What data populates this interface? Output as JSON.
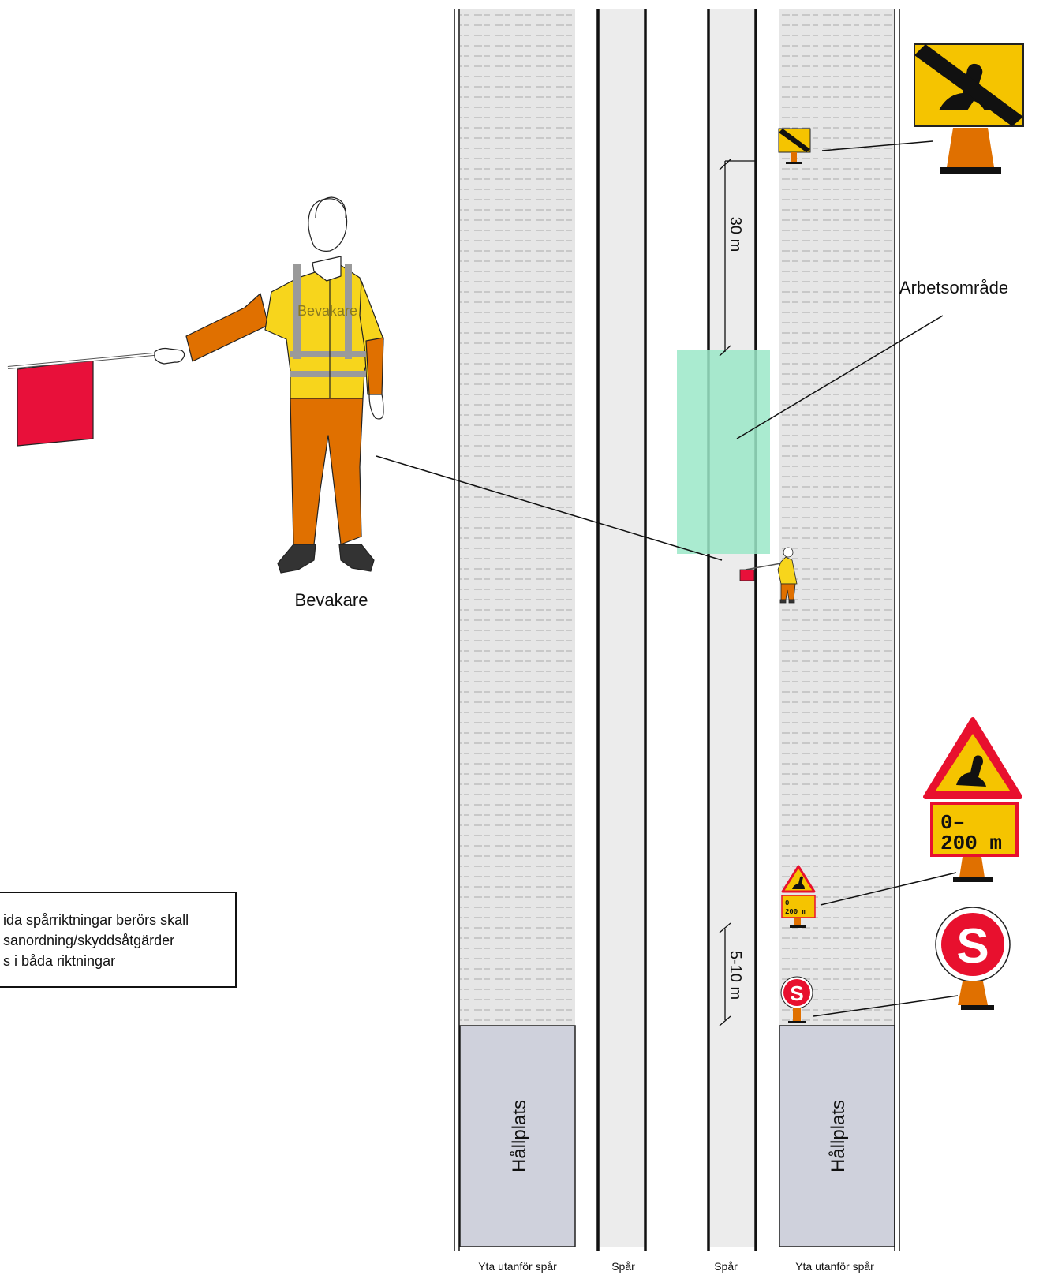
{
  "labels": {
    "work_area": "Arbetsområde",
    "guard_caption": "Bevakare",
    "vest_text": "Bevakare",
    "dist_top": "30 m",
    "dist_bottom": "5-10 m",
    "stop_left": "Hållplats",
    "stop_right": "Hållplats",
    "footer": [
      "Yta utanför spår",
      "Spår",
      "Spår",
      "Yta utanför spår"
    ]
  },
  "note": {
    "lines": [
      "ida spårriktningar berörs skall",
      "sanordning/skyddsåtgärder",
      "s i båda riktningar"
    ]
  },
  "signs": {
    "distance_plate_line1": "0–",
    "distance_plate_line2": "200 m",
    "small_plate_line1": "0–",
    "small_plate_line2": "200 m",
    "stop_sign_letter": "S"
  },
  "colors": {
    "sign_yellow": "#f5c400",
    "sign_red": "#e8102e",
    "flag_red": "#e8103a",
    "vest_yellow": "#f7d51c",
    "trousers_orange": "#e07000",
    "cone_orange": "#e07000",
    "work_area_green": "#9be8c8",
    "platform_gray": "#cfd1dc",
    "track_surface": "#ececec",
    "dotted_area": "#e4e4e4"
  }
}
